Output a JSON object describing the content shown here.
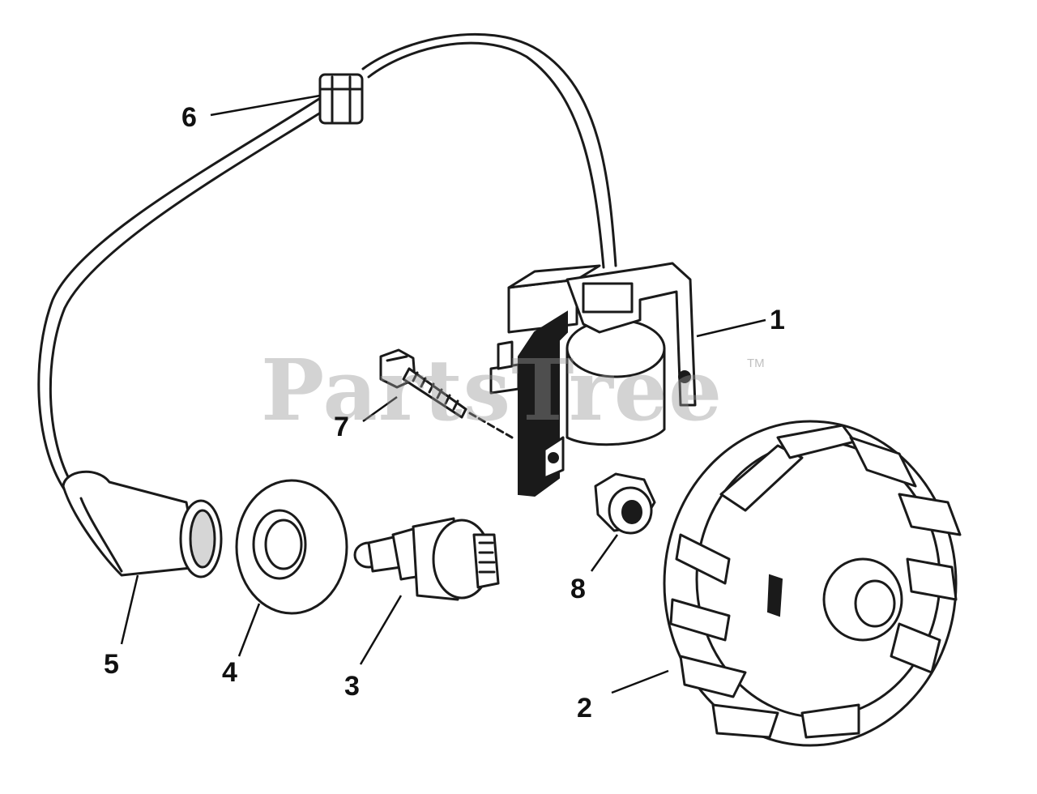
{
  "watermark": {
    "brand": "PartsTree",
    "trademark": "TM"
  },
  "callouts": [
    {
      "id": "1",
      "label": "1"
    },
    {
      "id": "2",
      "label": "2"
    },
    {
      "id": "3",
      "label": "3"
    },
    {
      "id": "4",
      "label": "4"
    },
    {
      "id": "5",
      "label": "5"
    },
    {
      "id": "6",
      "label": "6"
    },
    {
      "id": "7",
      "label": "7"
    },
    {
      "id": "8",
      "label": "8"
    }
  ]
}
